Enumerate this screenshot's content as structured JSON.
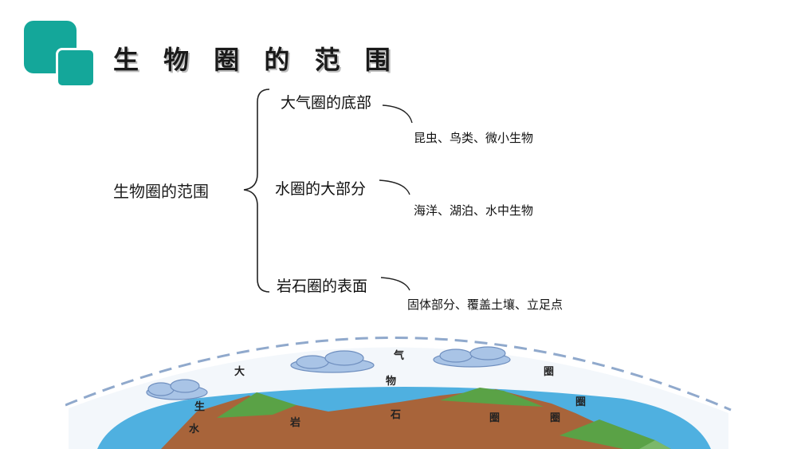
{
  "title": "生 物 圈 的 范 围",
  "root": "生物圈的范围",
  "branches": [
    {
      "label": "大气圈的底部",
      "detail": "昆虫、鸟类、微小生物"
    },
    {
      "label": "水圈的大部分",
      "detail": "海洋、湖泊、水中生物"
    },
    {
      "label": "岩石圈的表面",
      "detail": "固体部分、覆盖土壤、立足点"
    }
  ],
  "illustration": {
    "atmosphere_chars": [
      "大",
      "气",
      "圈"
    ],
    "biosphere_chars": [
      "生",
      "物",
      "圈"
    ],
    "lithosphere_chars": [
      "岩",
      "石",
      "圈"
    ],
    "hydrosphere_chars": [
      "水",
      "圈"
    ]
  },
  "colors": {
    "accent": "#14a79a",
    "sea": "#4fb0e0",
    "soil": "#a8643a",
    "grass": "#5aa246",
    "cloud": "#a9c4e6"
  }
}
